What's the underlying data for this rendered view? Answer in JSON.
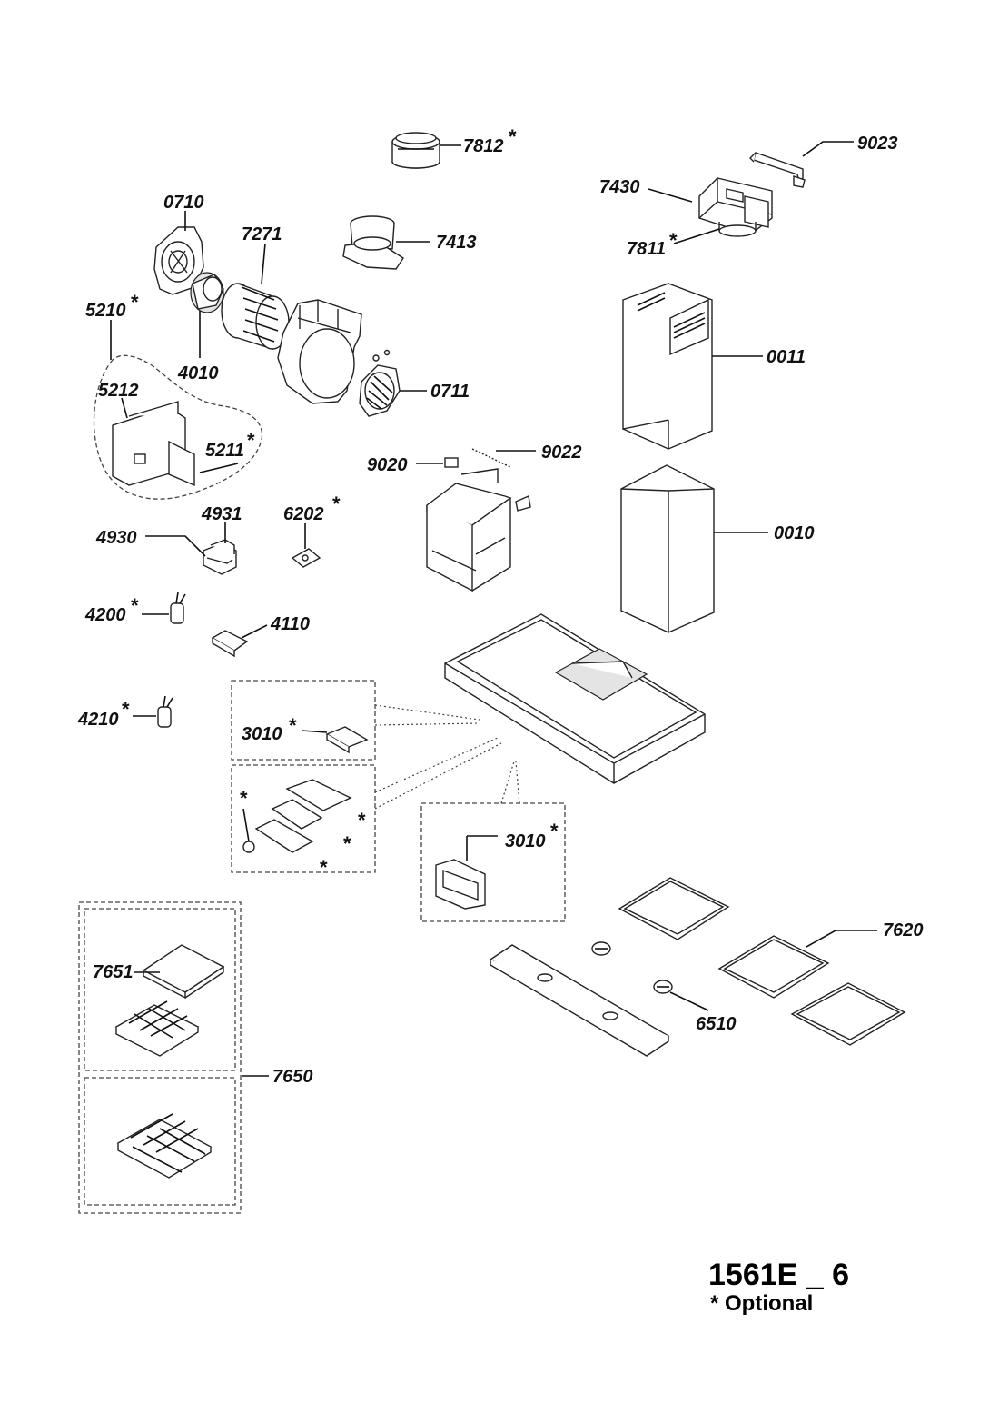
{
  "diagram": {
    "parts": {
      "p7812": {
        "code": "7812",
        "optional": true
      },
      "p9023": {
        "code": "9023",
        "optional": false
      },
      "p7430": {
        "code": "7430",
        "optional": false
      },
      "p7811": {
        "code": "7811",
        "optional": true
      },
      "p0710": {
        "code": "0710",
        "optional": false
      },
      "p7271": {
        "code": "7271",
        "optional": false
      },
      "p7413": {
        "code": "7413",
        "optional": false
      },
      "p5210": {
        "code": "5210",
        "optional": true
      },
      "p4010": {
        "code": "4010",
        "optional": false
      },
      "p0711": {
        "code": "0711",
        "optional": false
      },
      "p0011": {
        "code": "0011",
        "optional": false
      },
      "p5212": {
        "code": "5212",
        "optional": false
      },
      "p5211": {
        "code": "5211",
        "optional": true
      },
      "p9020": {
        "code": "9020",
        "optional": false
      },
      "p9022": {
        "code": "9022",
        "optional": false
      },
      "p4931": {
        "code": "4931",
        "optional": false
      },
      "p6202": {
        "code": "6202",
        "optional": true
      },
      "p4930": {
        "code": "4930",
        "optional": false
      },
      "p0010": {
        "code": "0010",
        "optional": false
      },
      "p4200": {
        "code": "4200",
        "optional": true
      },
      "p4110": {
        "code": "4110",
        "optional": false
      },
      "p4210": {
        "code": "4210",
        "optional": true
      },
      "p3010a": {
        "code": "3010",
        "optional": true
      },
      "p3010b": {
        "code": "3010",
        "optional": true
      },
      "p7620": {
        "code": "7620",
        "optional": false
      },
      "p7651": {
        "code": "7651",
        "optional": false
      },
      "p6510": {
        "code": "6510",
        "optional": false
      },
      "p7650": {
        "code": "7650",
        "optional": false
      }
    },
    "optional_marker": "*",
    "doc_code": "1561E _ 6",
    "optional_note": "* Optional"
  }
}
